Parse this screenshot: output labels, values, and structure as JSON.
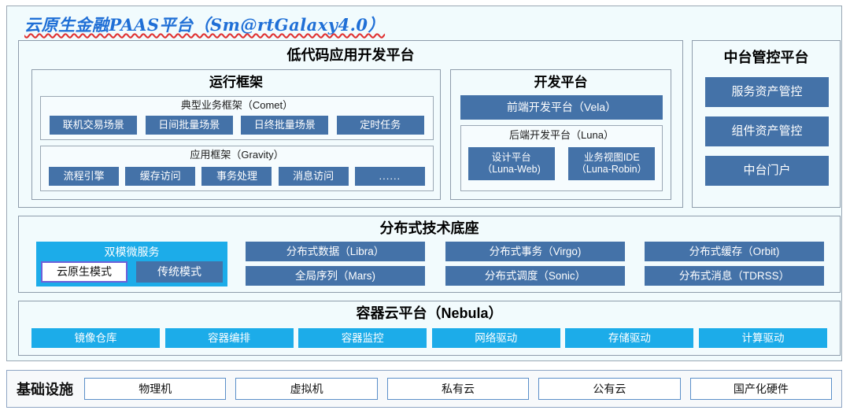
{
  "platform": {
    "title": "云原生金融PAAS平台（Sm@rtGalaxy4.0）"
  },
  "lowcode": {
    "heading": "低代码应用开发平台",
    "runtime": {
      "heading": "运行框架",
      "comet": {
        "title": "典型业务框架（Comet）",
        "items": [
          "联机交易场景",
          "日间批量场景",
          "日终批量场景",
          "定时任务"
        ]
      },
      "gravity": {
        "title": "应用框架（Gravity）",
        "items": [
          "流程引擎",
          "缓存访问",
          "事务处理",
          "消息访问",
          "......"
        ]
      }
    },
    "devplatform": {
      "heading": "开发平台",
      "frontend": "前端开发平台（Vela）",
      "backend": {
        "title": "后端开发平台（Luna）",
        "items": [
          {
            "line1": "设计平台",
            "line2": "（Luna-Web)"
          },
          {
            "line1": "业务视图IDE",
            "line2": "（Luna-Robin）"
          }
        ]
      }
    }
  },
  "midplatform": {
    "heading": "中台管控平台",
    "items": [
      "服务资产管控",
      "组件资产管控",
      "中台门户"
    ]
  },
  "distbase": {
    "heading": "分布式技术底座",
    "dualmode": {
      "title": "双模微服务",
      "cloud_native": "云原生模式",
      "traditional": "传统模式"
    },
    "columns": [
      [
        "分布式数据（Libra）",
        "全局序列（Mars)"
      ],
      [
        "分布式事务（Virgo)",
        "分布式调度（Sonic）"
      ],
      [
        "分布式缓存（Orbit)",
        "分布式消息（TDRSS）"
      ]
    ]
  },
  "container": {
    "heading": "容器云平台（Nebula）",
    "items": [
      "镜像仓库",
      "容器编排",
      "容器监控",
      "网络驱动",
      "存储驱动",
      "计算驱动"
    ]
  },
  "infrastructure": {
    "label": "基础设施",
    "items": [
      "物理机",
      "虚拟机",
      "私有云",
      "公有云",
      "国产化硬件"
    ]
  },
  "colors": {
    "title_blue": "#1f6fd6",
    "chip_blue": "#4472a8",
    "chip_cyan": "#1cace9",
    "panel_bg": "#f2fbfd",
    "panel_border": "#8e9cab",
    "white_chip_border": "#6e60d8",
    "infra_chip_border": "#5b8fc9"
  }
}
